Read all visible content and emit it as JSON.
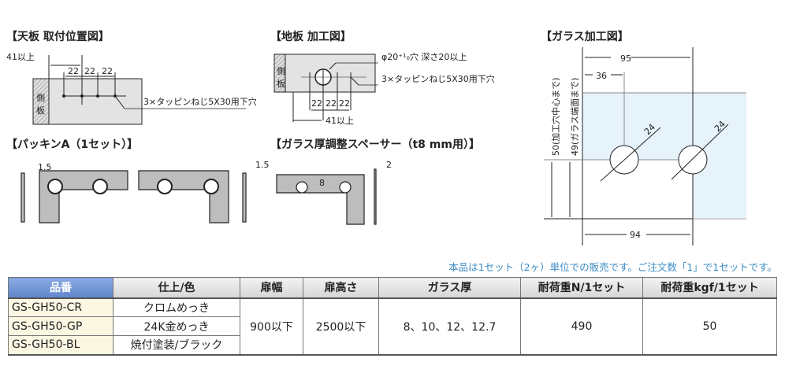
{
  "headings": {
    "top_plate": "【天板 取付位置図】",
    "floor_plate": "【地板 加工図】",
    "glass": "【ガラス加工図】",
    "packing": "【パッキンA（1セット）】",
    "spacer": "【ガラス厚調整スペーサー（t8 mm用）】"
  },
  "top_plate": {
    "min": "41以上",
    "d1": "22",
    "d2": "22",
    "d3": "22",
    "side": "側",
    "side2": "板",
    "screw": "3×タッピンねじ5X30用下穴"
  },
  "floor_plate": {
    "hole": "φ20⁺¹₀穴 深さ20以上",
    "screw": "3×タッピンねじ5X30用下穴",
    "d1": "22",
    "d2": "22",
    "d3": "22",
    "min": "41以上",
    "side": "側",
    "side2": "板"
  },
  "glass": {
    "w95": "95",
    "w36": "36",
    "w94": "94",
    "d24a": "24",
    "d24b": "24",
    "v50": "50(加工穴中心まで)",
    "v49": "49(ガラス端面まで)"
  },
  "packing": {
    "t1": "1.5",
    "t2": "1.5"
  },
  "spacer": {
    "label": "8",
    "t": "2"
  },
  "note": "本品は1セット（2ヶ）単位での販売です。ご注文数「1」で1セットです。",
  "table": {
    "headers": [
      "品番",
      "仕上/色",
      "扉幅",
      "扉高さ",
      "ガラス厚",
      "耐荷重N/1セット",
      "耐荷重kgf/1セット"
    ],
    "rows": [
      {
        "pn": "GS-GH50-CR",
        "finish": "クロムめっき"
      },
      {
        "pn": "GS-GH50-GP",
        "finish": "24K金めっき"
      },
      {
        "pn": "GS-GH50-BL",
        "finish": "焼付塗装/ブラック"
      }
    ],
    "door_width": "900以下",
    "door_height": "2500以下",
    "glass_thickness": "8、10、12、12.7",
    "load_n": "490",
    "load_kgf": "50"
  }
}
